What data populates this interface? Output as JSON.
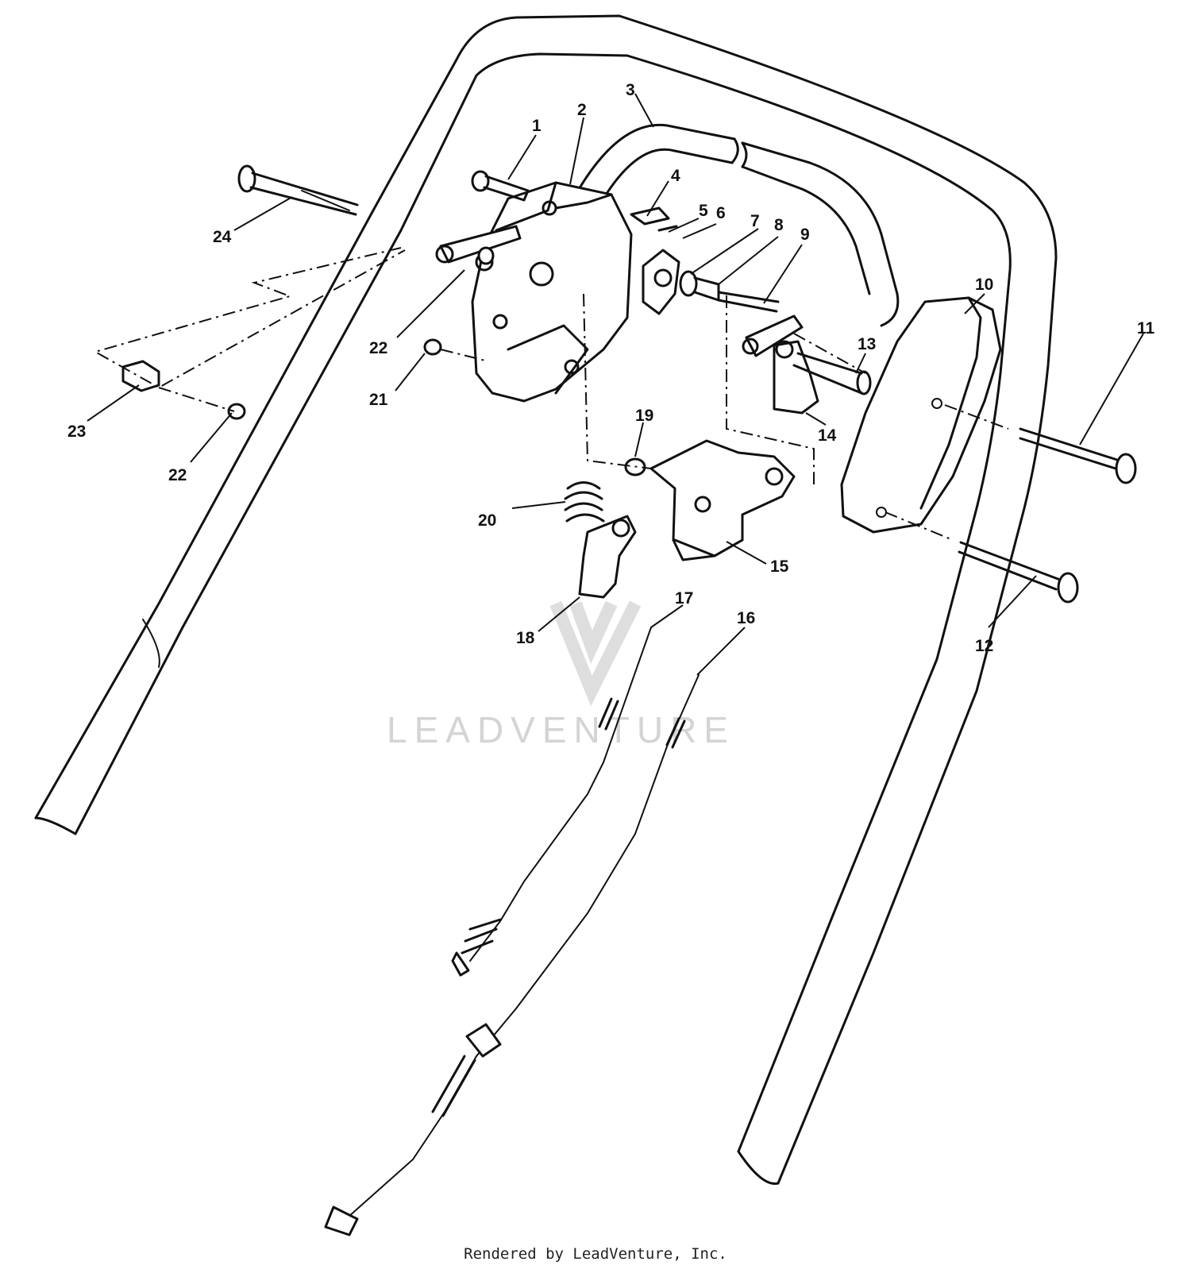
{
  "diagram": {
    "callouts": [
      {
        "n": "1"
      },
      {
        "n": "2"
      },
      {
        "n": "3"
      },
      {
        "n": "4"
      },
      {
        "n": "5"
      },
      {
        "n": "6"
      },
      {
        "n": "7"
      },
      {
        "n": "8"
      },
      {
        "n": "9"
      },
      {
        "n": "10"
      },
      {
        "n": "11"
      },
      {
        "n": "12"
      },
      {
        "n": "13"
      },
      {
        "n": "14"
      },
      {
        "n": "15"
      },
      {
        "n": "16"
      },
      {
        "n": "17"
      },
      {
        "n": "18"
      },
      {
        "n": "19"
      },
      {
        "n": "20"
      },
      {
        "n": "21"
      },
      {
        "n": "22"
      },
      {
        "n": "22"
      },
      {
        "n": "23"
      },
      {
        "n": "24"
      }
    ]
  },
  "watermark": {
    "text": "LEADVENTURE",
    "logo": "leadventure-logo-icon"
  },
  "footer": {
    "text": "Rendered by LeadVenture, Inc."
  }
}
